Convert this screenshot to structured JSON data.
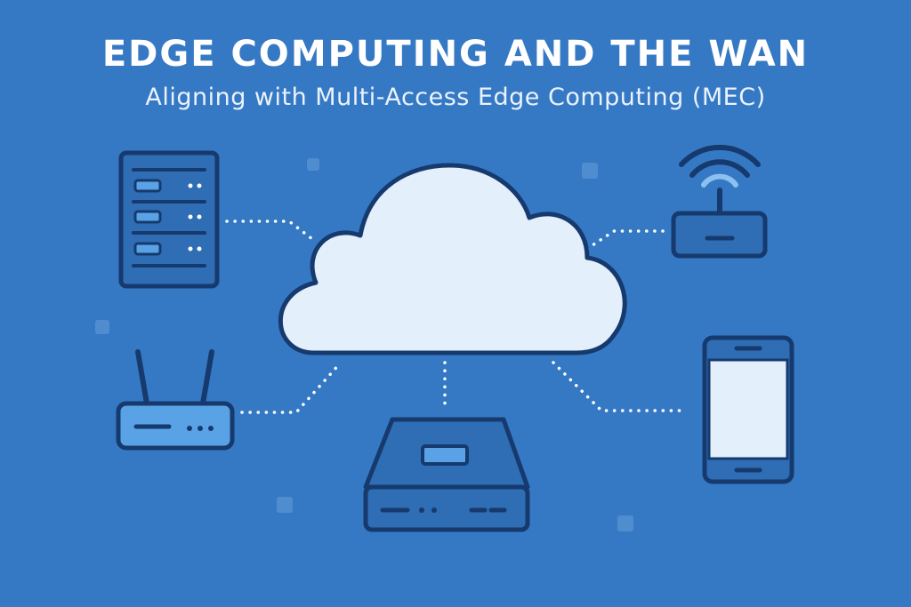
{
  "header": {
    "title": "EDGE COMPUTING AND THE WAN",
    "subtitle": "Aligning with Multi-Access Edge Computing (MEC)"
  },
  "colors": {
    "background": "#3579c4",
    "outline": "#163a6e",
    "cloud_fill": "#e3effb",
    "device_fill": "#2f6db5",
    "light_fill": "#5aa2e6",
    "connector": "#ffffff"
  },
  "diagram": {
    "center_node": "cloud",
    "nodes": [
      {
        "name": "server-rack-icon"
      },
      {
        "name": "wifi-router-icon"
      },
      {
        "name": "network-router-icon"
      },
      {
        "name": "edge-server-box-icon"
      },
      {
        "name": "smartphone-icon"
      }
    ],
    "connections": [
      [
        "cloud",
        "server-rack-icon"
      ],
      [
        "cloud",
        "wifi-router-icon"
      ],
      [
        "cloud",
        "network-router-icon"
      ],
      [
        "cloud",
        "edge-server-box-icon"
      ],
      [
        "cloud",
        "smartphone-icon"
      ]
    ]
  }
}
